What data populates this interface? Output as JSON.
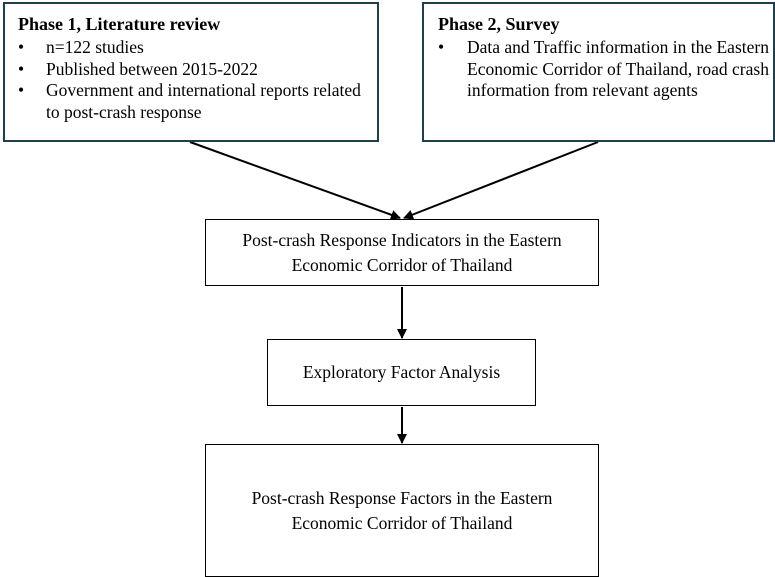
{
  "phase1": {
    "title": "Phase 1, Literature review",
    "items": [
      "n=122 studies",
      "Published between 2015-2022",
      "Government and international reports related to post-crash response"
    ]
  },
  "phase2": {
    "title": "Phase 2, Survey",
    "items": [
      "Data and Traffic information in the Eastern Economic Corridor of Thailand, road crash information from relevant agents"
    ]
  },
  "indicators": {
    "text": "Post-crash Response Indicators in the Eastern Economic Corridor of Thailand"
  },
  "efa": {
    "text": "Exploratory Factor Analysis"
  },
  "factors": {
    "text": "Post-crash Response Factors in the Eastern Economic Corridor of Thailand"
  },
  "bullet_symbol": "•",
  "colors": {
    "phase_border": "#1f3f4c",
    "box_border": "#000000",
    "arrow": "#000000"
  }
}
